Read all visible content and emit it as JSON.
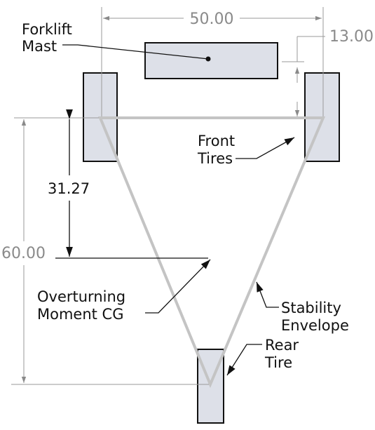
{
  "dimensions": {
    "width_top": "50.00",
    "offset_right": "13.00",
    "height_left": "60.00",
    "cg_distance": "31.27"
  },
  "labels": {
    "mast_line1": "Forklift",
    "mast_line2": "Mast",
    "front_line1": "Front",
    "front_line2": "Tires",
    "cg_line1": "Overturning",
    "cg_line2": "Moment CG",
    "envelope_line1": "Stability",
    "envelope_line2": "Envelope",
    "rear_line1": "Rear",
    "rear_line2": "Tire"
  },
  "colors": {
    "part_fill": "#dde0e8",
    "envelope": "#c4c4c4",
    "dimension": "#8a8a8a",
    "outline": "#111111"
  }
}
